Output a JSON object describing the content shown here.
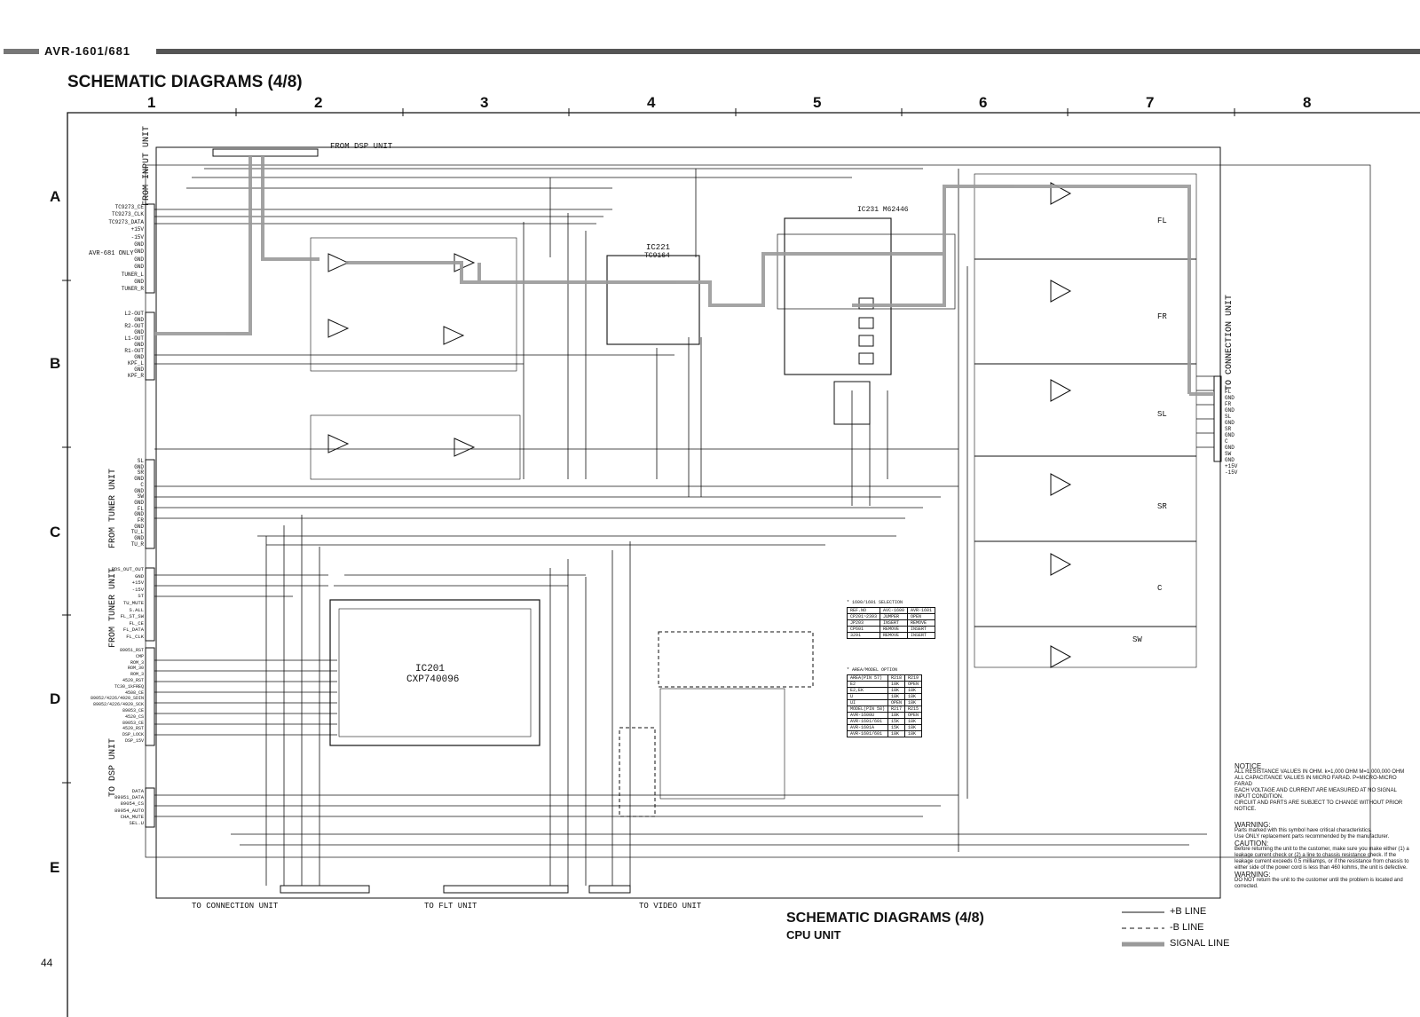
{
  "header": {
    "model": "AVR-1601/681",
    "title": "SCHEMATIC DIAGRAMS (4/8)"
  },
  "grid": {
    "columns": [
      "1",
      "2",
      "3",
      "4",
      "5",
      "6",
      "7",
      "8"
    ],
    "rows": [
      "A",
      "B",
      "C",
      "D",
      "E"
    ]
  },
  "connectors": {
    "from_input_unit": "FROM INPUT UNIT",
    "from_dsp_unit": "FROM DSP UNIT",
    "from_tuner_unit_1": "FROM TUNER UNIT",
    "from_tuner_unit_2": "FROM TUNER UNIT",
    "to_dsp_unit": "TO DSP UNIT",
    "to_connection_unit_bottom": "TO CONNECTION UNIT",
    "to_flt_unit": "TO FLT UNIT",
    "to_video_unit": "TO VIDEO UNIT",
    "to_connection_unit_right": "TO CONNECTION UNIT"
  },
  "ics": {
    "ic201_name": "IC201",
    "ic201_part": "CXP740096",
    "ic221_name": "IC221",
    "ic221_part": "TC9164",
    "ic231": "IC231 M62446"
  },
  "left_pins_a": [
    "TC9273_CE",
    "TC9273_CLK",
    "TC9273_DATA",
    "+15V",
    "-15V",
    "GND",
    "GND",
    "GND",
    "GND",
    "TUNER_L",
    "GND",
    "TUNER_R"
  ],
  "left_pins_b": [
    "L2-OUT",
    "GND",
    "R2-OUT",
    "GND",
    "L1-OUT",
    "GND",
    "R1-OUT",
    "GND",
    "KPF_L",
    "GND",
    "KPF_R"
  ],
  "left_pins_c": [
    "SL",
    "GND",
    "SR",
    "GND",
    "C",
    "GND",
    "SW",
    "GND",
    "FL",
    "GND",
    "FR",
    "GND",
    "TU_L",
    "GND",
    "TU_R"
  ],
  "left_pins_d1": [
    "RDS_OUT_OUT",
    "GND",
    "+15V",
    "-15V",
    "ST",
    "TU_MUTE",
    "S.ALL",
    "FL_ST_SW",
    "FL_CE",
    "FL_DATA",
    "FL_CLK"
  ],
  "left_pins_d2": [
    "89051_RST",
    "CMP",
    "ROM_3",
    "ROM_30",
    "ROM_3",
    "4520_RST",
    "TC30_1kFREQ",
    "4508_CE",
    "89052/4226/4920_SDIN",
    "89052/4226/4920_SCK",
    "89053_CE",
    "4520_CS",
    "89053_CE",
    "4520_RST",
    "DSP_LOCK",
    "DSP_15V"
  ],
  "left_pins_e": [
    "DATA",
    "89051_DATA",
    "89054_CS",
    "89054_AUTO",
    "CHA_MUTE",
    "SEL.U"
  ],
  "aux_label": "AVR-681 ONLY",
  "right_outputs": [
    "FL",
    "FR",
    "SL",
    "SR",
    "C",
    "SW"
  ],
  "right_connector_pins": [
    "FL",
    "GND",
    "FR",
    "GND",
    "SL",
    "GND",
    "SR",
    "GND",
    "C",
    "GND",
    "SW",
    "GND",
    "+15V",
    "-15V"
  ],
  "tables": {
    "t1_title": "* 1600/1601 SELECTION",
    "t1_rows": [
      [
        "REF.NO",
        "AVC-1600",
        "AVR-1601"
      ],
      [
        "CP201~2393",
        "JUMPER",
        "OPEN"
      ],
      [
        "JP203",
        "INSERT",
        "REMOVE"
      ],
      [
        "CP601",
        "REMOVE",
        "INSERT"
      ],
      [
        "3291",
        "REMOVE",
        "INSERT"
      ]
    ],
    "t2_title": "* AREA/MODEL OPTION",
    "t2_rows": [
      [
        "AREA(PIN 57)",
        "R218",
        "R219"
      ],
      [
        "E2",
        "18K",
        "OPEN"
      ],
      [
        "E2,EK",
        "18K",
        "18K"
      ],
      [
        "U",
        "18K",
        "18K"
      ],
      [
        "UI",
        "OPEN",
        "18K"
      ],
      [
        "MODEL(PIN 58)",
        "R217",
        "R215"
      ],
      [
        "AVR-1600U",
        "18K",
        "OPEN"
      ],
      [
        "AVR-1601/601",
        "15K",
        "18K"
      ],
      [
        "AVR-1601A",
        "15K",
        "18K"
      ],
      [
        "AVR-1601/601",
        "18K",
        "18K"
      ]
    ]
  },
  "footer": {
    "title": "SCHEMATIC DIAGRAMS (4/8)",
    "subtitle": "CPU UNIT",
    "page": "44"
  },
  "legend": {
    "b_plus": "+B LINE",
    "b_minus": "-B LINE",
    "signal": "SIGNAL LINE"
  },
  "notice": {
    "h1": "NOTICE",
    "p1": "ALL RESISTANCE VALUES IN OHM. k=1,000 OHM M=1,000,000 OHM",
    "p2": "ALL CAPACITANCE VALUES IN MICRO FARAD. P=MICRO-MICRO FARAD",
    "p3": "EACH VOLTAGE AND CURRENT ARE MEASURED AT NO SIGNAL INPUT CONDITION.",
    "p4": "CIRCUIT AND PARTS ARE SUBJECT TO CHANGE WITHOUT PRIOR NOTICE.",
    "h2": "WARNING:",
    "p5": "Parts marked with this symbol have critical characteristics.",
    "p6": "Use ONLY replacement parts recommended by the manufacturer.",
    "h3": "CAUTION:",
    "p7": "Before returning the unit to the customer, make sure you make either (1) a leakage current check or (2) a line to chassis resistance check. If the leakage current exceeds 0.5 milliamps, or if the resistance from chassis to either side of the power cord is less than 460 kohms, the unit is defective.",
    "h4": "WARNING:",
    "p8": "DO NOT return the unit to the customer until the problem is located and corrected."
  },
  "colors": {
    "line": "#111111",
    "signal": "#9a9a9a"
  }
}
